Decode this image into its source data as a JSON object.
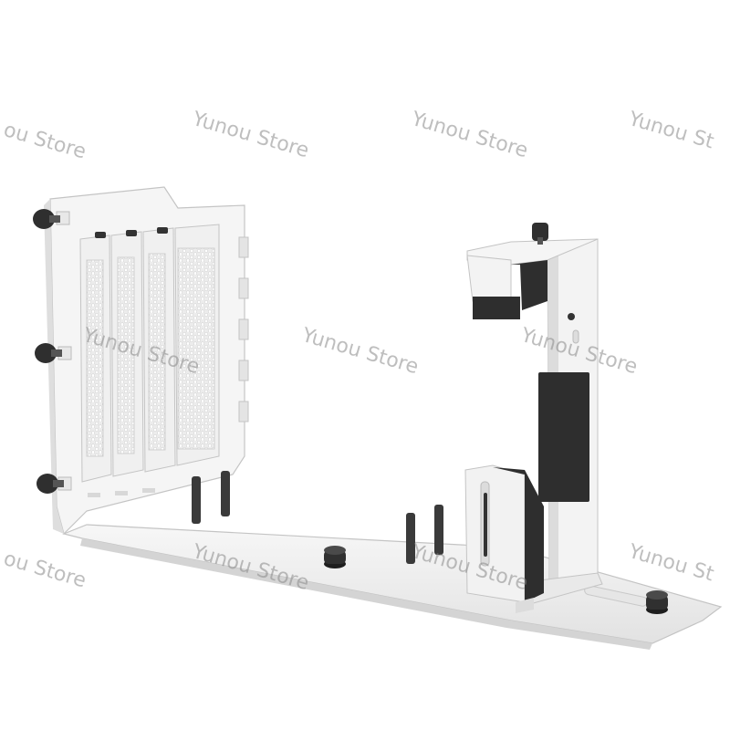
{
  "watermark": {
    "text": "Yunou Store",
    "left_edge_text": "ou Store",
    "right_edge_text": "Yunou St"
  },
  "colors": {
    "metal": "#f4f4f4",
    "metal_shade": "#dcdcdc",
    "edge": "#bdbdbd",
    "foam": "#2e2e2e",
    "screw": "#303030",
    "watermark": "#8a8a8a"
  },
  "icons": [
    "thumb-screw-icon",
    "standoff-icon",
    "foam-pad-icon",
    "hex-vent-icon"
  ]
}
